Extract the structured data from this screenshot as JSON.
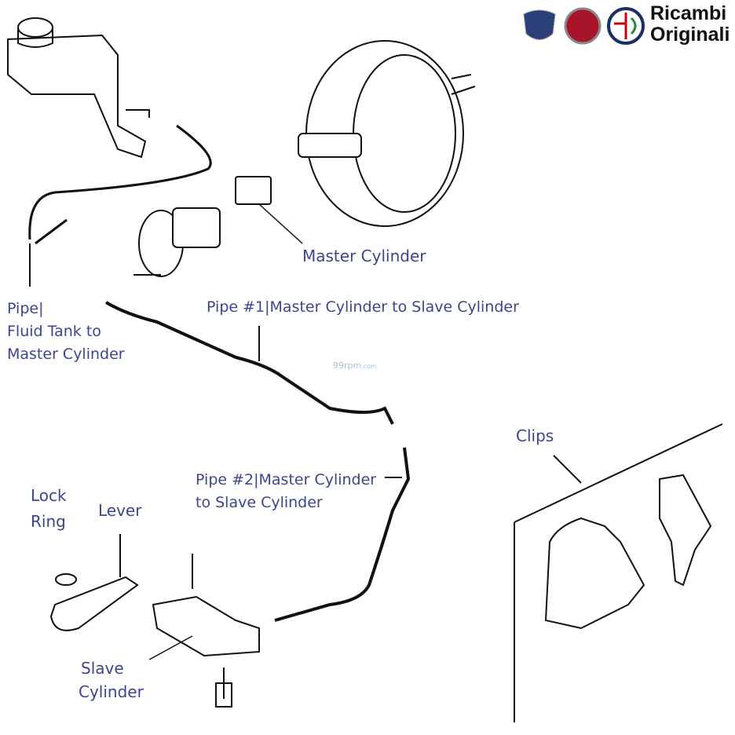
{
  "brand": {
    "line1": "Ricambi",
    "line2": "Originali",
    "logos": [
      "LANCIA",
      "FIAT",
      "ALFA ROMEO"
    ]
  },
  "watermark": {
    "main": "99rpm",
    "suffix": ".com"
  },
  "labels": {
    "master_cylinder": "Master Cylinder",
    "pipe_fluid": [
      "Pipe|",
      "Fluid Tank to",
      "Master Cylinder"
    ],
    "pipe1": "Pipe #1|Master Cylinder to Slave Cylinder",
    "pipe2": [
      "Pipe #2|Master Cylinder",
      "to Slave Cylinder"
    ],
    "clips": "Clips",
    "lock_ring": [
      "Lock",
      "Ring"
    ],
    "lever": "Lever",
    "slave_cylinder": [
      "Slave",
      "Cylinder"
    ]
  },
  "colors": {
    "label": "#3b4690",
    "line": "#111111"
  }
}
